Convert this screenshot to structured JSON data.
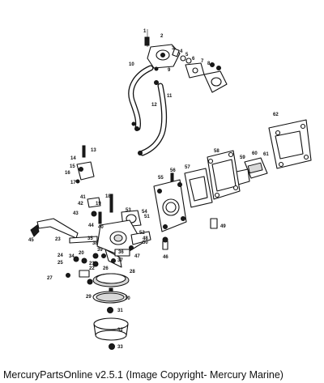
{
  "caption": "MercuryPartsOnline v2.5.1 (Image Copyright- Mercury Marine)",
  "callouts": [
    "1",
    "2",
    "3",
    "4",
    "5",
    "6",
    "7",
    "8",
    "9",
    "10",
    "11",
    "12",
    "13",
    "14",
    "15",
    "16",
    "17",
    "18",
    "19",
    "20",
    "21",
    "22",
    "23",
    "24",
    "25",
    "26",
    "27",
    "28",
    "29",
    "30",
    "31",
    "32",
    "33",
    "34",
    "35",
    "36",
    "37",
    "38",
    "39",
    "40",
    "41",
    "42",
    "43",
    "44",
    "45",
    "46",
    "47",
    "48",
    "49",
    "50",
    "51",
    "52",
    "53",
    "54",
    "55",
    "56",
    "57",
    "58",
    "59",
    "60",
    "61",
    "62"
  ]
}
